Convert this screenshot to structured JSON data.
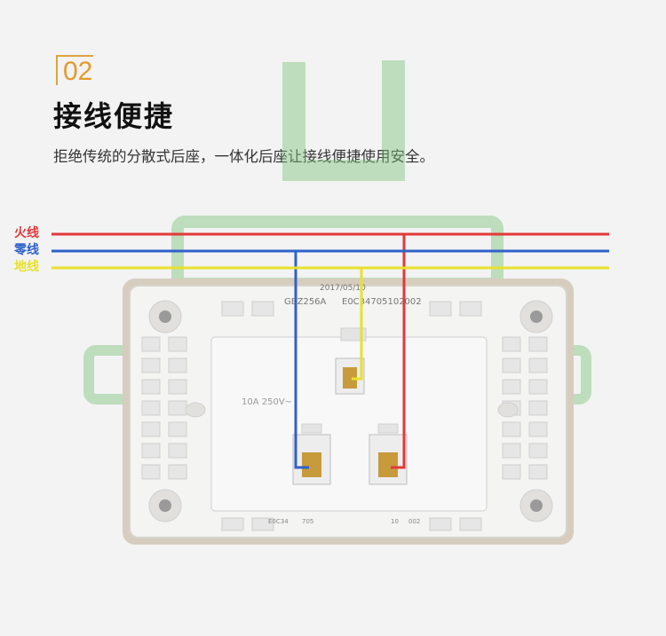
{
  "section_number": "02",
  "title": "接线便捷",
  "description": "拒绝传统的分散式后座，一体化后座让接线便捷使用安全。",
  "wires": [
    {
      "label": "火线",
      "color": "#e2393a"
    },
    {
      "label": "零线",
      "color": "#2f62c8"
    },
    {
      "label": "地线",
      "color": "#e8e02c"
    }
  ],
  "socket_markings": {
    "date": "2017/05/10",
    "model": "GBZ256A",
    "code": "E0C34705102002",
    "rating": "10A 250V~",
    "bottom_codes": [
      "E0C34",
      "705",
      "10",
      "002"
    ]
  }
}
